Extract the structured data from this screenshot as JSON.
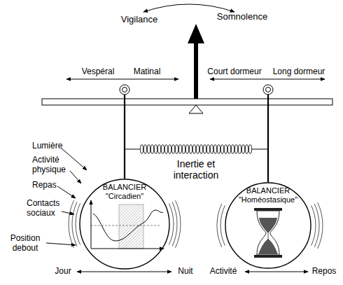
{
  "diagram": {
    "nodes": [
      {
        "text": [
          "BALANCIER \"Circadien\""
        ]
      },
      {
        "text": [
          "BALANCIER \"Homéostasique\""
        ]
      }
    ],
    "labels": [
      "Vigilance",
      "Somnolence",
      "Vespéral",
      "Matinal",
      "Court dormeur",
      "Long dormeur",
      "Inertie et interaction",
      "Lumière",
      "Activité physique",
      "Repas",
      "Contacts sociaux",
      "Position debout",
      "Jour",
      "Nuit",
      "Activité",
      "Repos"
    ]
  }
}
